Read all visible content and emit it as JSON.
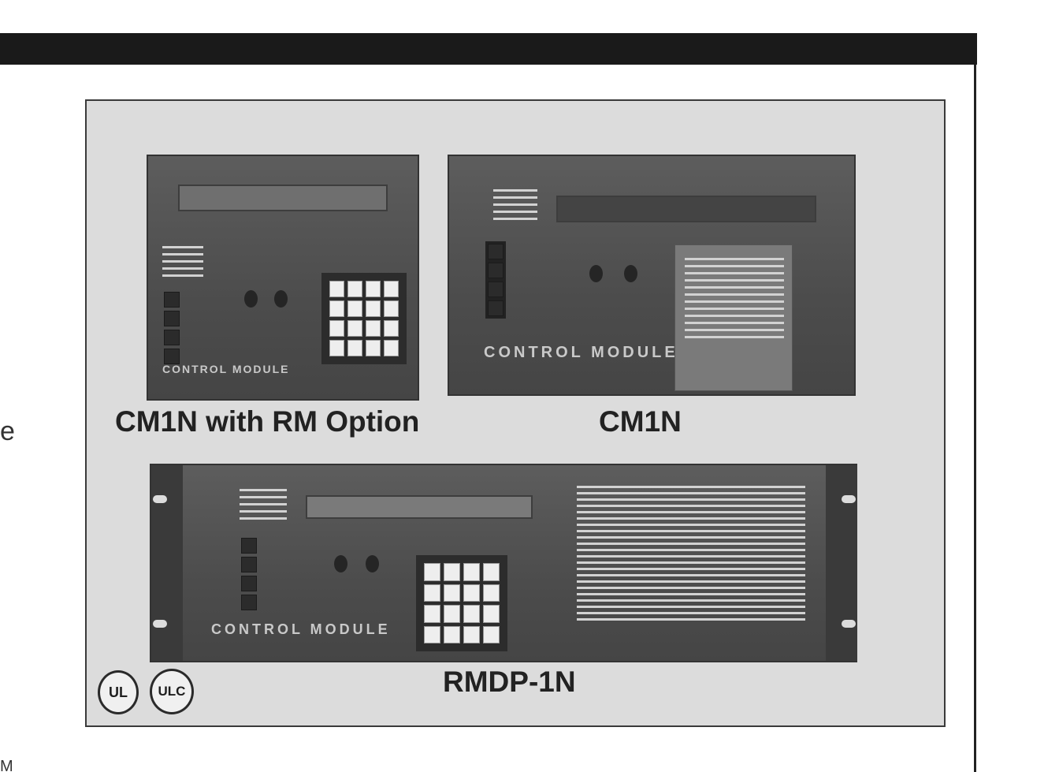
{
  "captions": {
    "left_device": "CM1N with RM Option",
    "right_device": "CM1N",
    "bottom_device": "RMDP-1N"
  },
  "panels": {
    "brand_text": "CONTROL MODULE"
  },
  "certifications": {
    "ul": "UL",
    "ulc": "ULC"
  },
  "page_edge": {
    "left_char": "e",
    "bottom_char": "M"
  }
}
